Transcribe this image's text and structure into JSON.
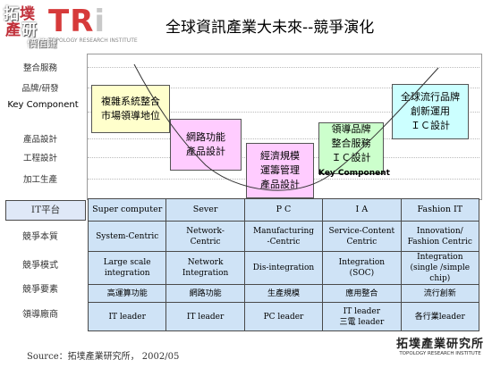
{
  "header": {
    "logo_cn_1": "拓",
    "logo_cn_2": "墣",
    "logo_cn_3": "產",
    "logo_cn_4": "研",
    "logo_brand_t": "T",
    "logo_brand_r": "R",
    "logo_brand_i": "i",
    "logo_sub": "TOPOLOGY RESEARCH INSTITUTE",
    "title": "全球資訊產業大未來--競爭演化"
  },
  "left_labels": {
    "value_chain": "價值鏈",
    "integration_service": "整合服務",
    "brand_rd": "品牌/研發",
    "key_component": "Key Component",
    "product_design": "產品設計",
    "engineering_design": "工程設計",
    "manufacturing": "加工生產",
    "it_platform": "IT平台",
    "competition_nature": "競爭本質",
    "competition_model": "競爭模式",
    "competition_factor": "競爭要素",
    "leading_vendor": "領導廠商"
  },
  "stages": [
    {
      "line1": "複雜系統整合",
      "line2": "市場領導地位",
      "line3": ""
    },
    {
      "line1": "網路功能",
      "line2": "產品設計",
      "line3": ""
    },
    {
      "line1": "經濟規模",
      "line2": "運籌管理",
      "line3": "產品設計"
    },
    {
      "line1": "領導品牌",
      "line2": "整合服務",
      "line3": "ＩＣ設計"
    },
    {
      "line1": "全球流行品牌",
      "line2": "創新運用",
      "line3": "ＩＣ設計"
    }
  ],
  "key_component_tag": "Key Component",
  "table": {
    "header": [
      "Super computer",
      "Sever",
      "P C",
      "I A",
      "Fashion IT"
    ],
    "nature": [
      [
        "System-Centric"
      ],
      [
        "Network-",
        "Centric"
      ],
      [
        "Manufacturing",
        "-Centric"
      ],
      [
        "Service-Content",
        "Centric"
      ],
      [
        "Innovation/",
        "Fashion Centric"
      ]
    ],
    "model": [
      [
        "Large scale",
        "integration"
      ],
      [
        "Network",
        "Integration"
      ],
      [
        "Dis-integration"
      ],
      [
        "Integration",
        "(SOC)"
      ],
      [
        "Integration",
        "(single /simple chip)"
      ]
    ],
    "factor": [
      "高運算功能",
      "網路功能",
      "生產規模",
      "應用整合",
      "流行創新"
    ],
    "leader": [
      [
        "IT leader"
      ],
      [
        "IT leader"
      ],
      [
        "PC leader"
      ],
      [
        "IT  leader",
        "三電 leader"
      ],
      [
        "各行業leader"
      ]
    ]
  },
  "source": "Source：拓墣產業研究所， 2002/05",
  "footer": {
    "logo_cn": "拓墣產業研究所",
    "logo_en": "TOPOLOGY RESEARCH INSTITUTE"
  },
  "colors": {
    "stage1_fill": "#ffffcc",
    "stage2_fill": "#ffccff",
    "stage3_fill": "#ffccff",
    "stage4_fill": "#ccffcc",
    "stage5_fill": "#ccffff",
    "table_fill": "#cfe3f6",
    "logo_red": "#d63a3a"
  }
}
